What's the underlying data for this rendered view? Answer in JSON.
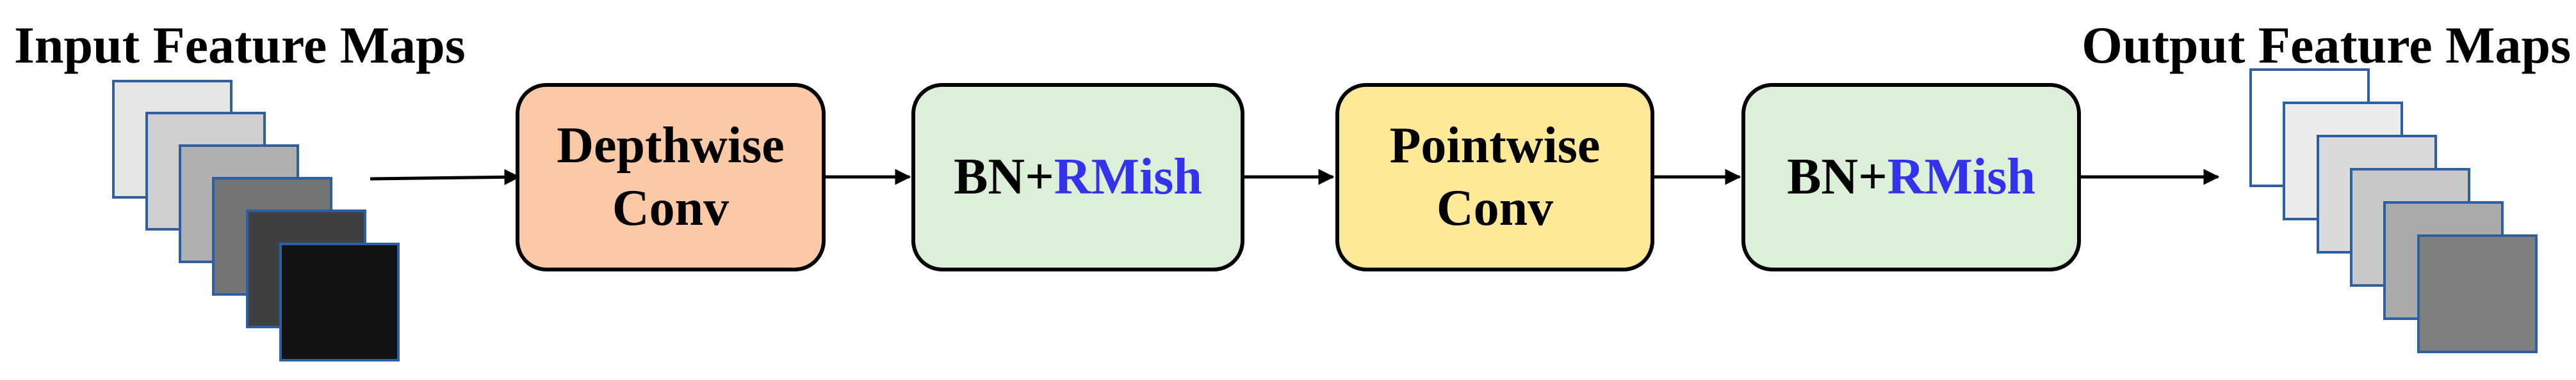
{
  "headings": {
    "input": "Input Feature Maps",
    "output": "Output Feature Maps"
  },
  "blocks": {
    "depthwise": {
      "line1": "Depthwise",
      "line2": "Conv"
    },
    "bn_rmish_1": {
      "prefix": "BN+",
      "activation": "RMish"
    },
    "pointwise": {
      "line1": "Pointwise",
      "line2": "Conv"
    },
    "bn_rmish_2": {
      "prefix": "BN+",
      "activation": "RMish"
    }
  },
  "colors": {
    "depthwise_fill": "#fbc9a5",
    "bn_fill": "#dcefd9",
    "pointwise_fill": "#fde998",
    "activation_text": "#3333ee",
    "sheet_border": "#2e5fa3",
    "input_sheets": [
      "#e6e6e6",
      "#cfcfcf",
      "#b0b0b0",
      "#757575",
      "#3f3f3f",
      "#121212"
    ],
    "output_sheets": [
      "#ffffff",
      "#ececec",
      "#dadada",
      "#c8c8c8",
      "#aaaaaa",
      "#7f7f7f"
    ]
  }
}
